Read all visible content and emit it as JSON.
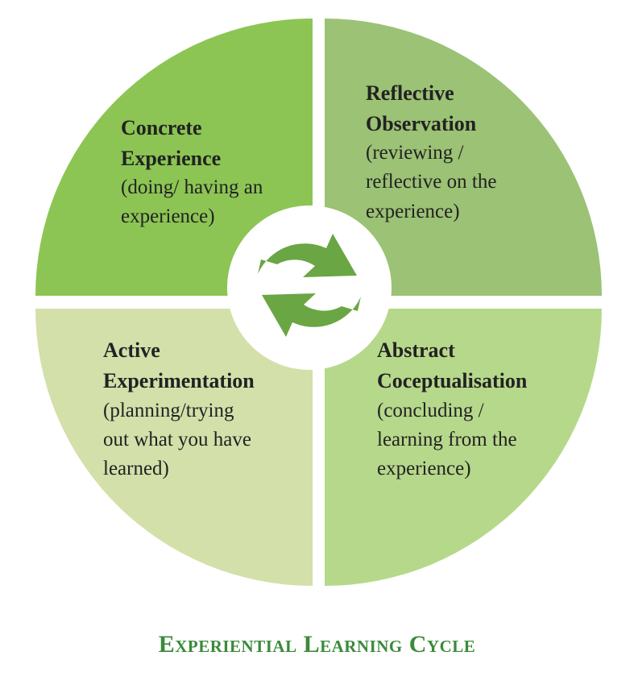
{
  "title": "Experiential Learning Cycle",
  "colors": {
    "concrete_experience": "#8cc554",
    "reflective_observation": "#9bc275",
    "active_experimentation": "#d3e0aa",
    "abstract_conceptualisation": "#b6d88b",
    "cycle_arrows": "#6aa644",
    "title_text": "#3a8a3a",
    "text": "#222222"
  },
  "cycle_icon": "cycle-arrows-icon",
  "quadrants": [
    {
      "id": "concrete_experience",
      "title_lines": [
        "Concrete",
        "Experience"
      ],
      "description_lines": [
        "(doing/ having an",
        "experience)"
      ]
    },
    {
      "id": "reflective_observation",
      "title_lines": [
        "Reflective",
        "Observation"
      ],
      "description_lines": [
        "(reviewing /",
        "reflective on the",
        "experience)"
      ]
    },
    {
      "id": "active_experimentation",
      "title_lines": [
        "Active",
        "Experimentation"
      ],
      "description_lines": [
        "(planning/trying",
        "out what you have",
        "learned)"
      ]
    },
    {
      "id": "abstract_conceptualisation",
      "title_lines": [
        "Abstract",
        "Coceptualisation"
      ],
      "description_lines": [
        "(concluding /",
        "learning from the",
        "experience)"
      ]
    }
  ]
}
